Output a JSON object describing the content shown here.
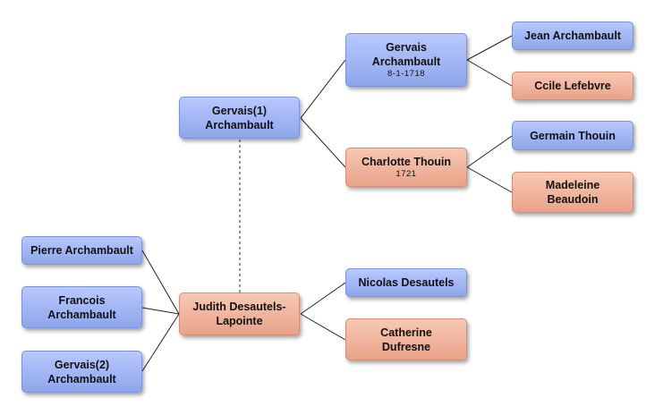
{
  "nodes": {
    "gervais1": {
      "name": "Gervais(1)\nArchambault",
      "date": "",
      "gender": "male"
    },
    "gervais_sr": {
      "name": "Gervais\nArchambault",
      "date": "8-1-1718",
      "gender": "male"
    },
    "jean": {
      "name": "Jean Archambault",
      "date": "",
      "gender": "male"
    },
    "ccile": {
      "name": "Ccile Lefebvre",
      "date": "",
      "gender": "female"
    },
    "charlotte": {
      "name": "Charlotte Thouin",
      "date": "1721",
      "gender": "female"
    },
    "germain": {
      "name": "Germain Thouin",
      "date": "",
      "gender": "male"
    },
    "madeleine": {
      "name": "Madeleine\nBeaudoin",
      "date": "",
      "gender": "female"
    },
    "judith": {
      "name": "Judith Desautels-\nLapointe",
      "date": "",
      "gender": "female"
    },
    "nicolas": {
      "name": "Nicolas Desautels",
      "date": "",
      "gender": "male"
    },
    "catherine": {
      "name": "Catherine\nDufresne",
      "date": "",
      "gender": "female"
    },
    "pierre": {
      "name": "Pierre Archambault",
      "date": "",
      "gender": "male"
    },
    "francois": {
      "name": "Francois\nArchambault",
      "date": "",
      "gender": "male"
    },
    "gervais2": {
      "name": "Gervais(2)\nArchambault",
      "date": "",
      "gender": "male"
    }
  },
  "colors": {
    "male": "#a3b7f5",
    "female": "#f2b59c",
    "line": "#222222",
    "spouse_line": "#777777"
  }
}
